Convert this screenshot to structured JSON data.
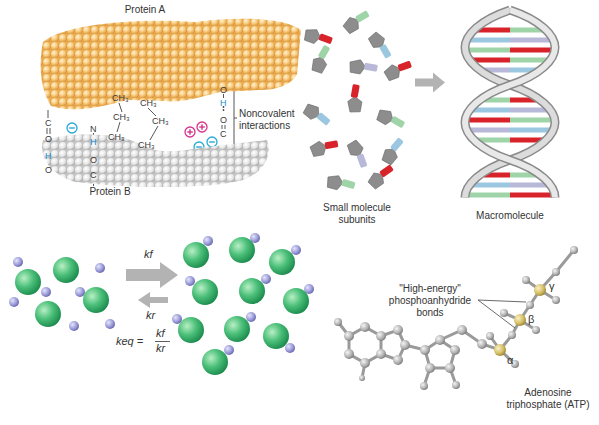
{
  "diagram": {
    "nodes": [
      {
        "text": [
          "Protein A"
        ]
      },
      {
        "text": [
          "Protein B"
        ]
      },
      {
        "text": [
          "Small molecule subunits"
        ]
      },
      {
        "text": [
          "Macromolecule"
        ]
      }
    ],
    "edges": [
      {
        "from": 2,
        "to": 3,
        "arrow": "to"
      }
    ],
    "labels": [
      "C",
      "O",
      "H",
      "O",
      "N",
      "H",
      "O",
      "C",
      "CH₃",
      "CH₃",
      "CH₃",
      "CH₃",
      "CH₃",
      "CH₃",
      "O",
      "H",
      "O",
      "C",
      "Noncovalent interactions",
      "kf",
      "kr",
      "keq =",
      "kf",
      "kr",
      "\"High-energy\" phosphoanhydride bonds",
      "γ",
      "β",
      "α",
      "Adenosine triphosphate (ATP)"
    ]
  }
}
